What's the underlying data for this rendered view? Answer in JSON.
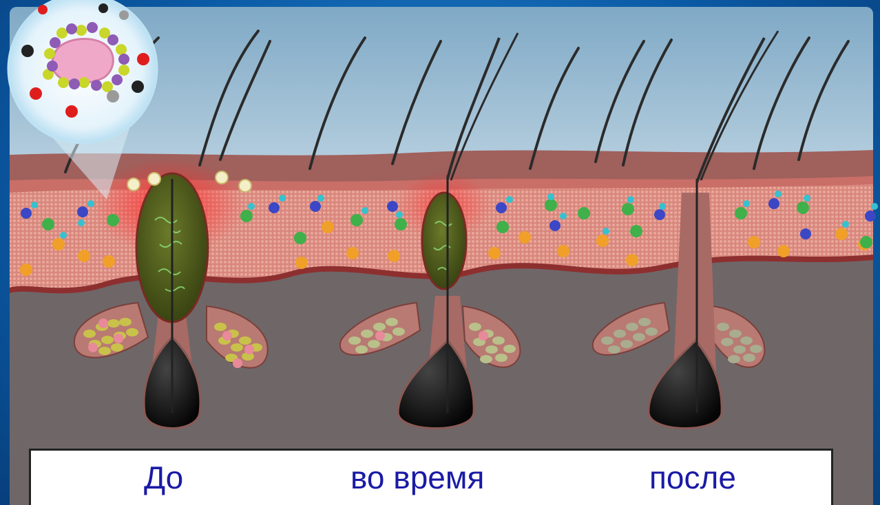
{
  "captions": {
    "before": "До",
    "during": "во время",
    "after": "после"
  },
  "colors": {
    "sky_top": "#8fb6cf",
    "sky_bottom": "#eef3f6",
    "skin_surface": "#a0605c",
    "dermis": "#d98a82",
    "subcutis": "#6f6668",
    "inflamed": "#ff3b3b",
    "sebum_green": "#4c5a1c",
    "bulb_black": "#111111",
    "caption_text": "#1a1aa6"
  },
  "icons": [
    "hair-follicle-icon",
    "sebaceous-gland-icon",
    "molecule-bubble-icon"
  ]
}
